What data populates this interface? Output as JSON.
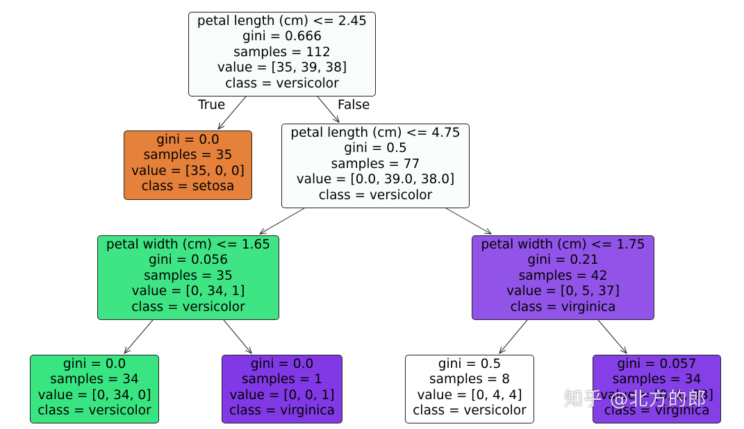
{
  "nodes": {
    "root": {
      "lines": [
        "petal length (cm) <= 2.45",
        "gini = 0.666",
        "samples = 112",
        "value = [35, 39, 38]",
        "class = versicolor"
      ],
      "color": "#f8fdfc"
    },
    "n1": {
      "lines": [
        "gini = 0.0",
        "samples = 35",
        "value = [35, 0, 0]",
        "class = setosa"
      ],
      "color": "#e5813a"
    },
    "n2": {
      "lines": [
        "petal length (cm) <= 4.75",
        "gini = 0.5",
        "samples = 77",
        "value = [0.0, 39.0, 38.0]",
        "class = versicolor"
      ],
      "color": "#f9fefc"
    },
    "n3": {
      "lines": [
        "petal width (cm) <= 1.65",
        "gini = 0.056",
        "samples = 35",
        "value = [0, 34, 1]",
        "class = versicolor"
      ],
      "color": "#3fe585"
    },
    "n4": {
      "lines": [
        "petal width (cm) <= 1.75",
        "gini = 0.21",
        "samples = 42",
        "value = [0, 5, 37]",
        "class = virginica"
      ],
      "color": "#9254e8"
    },
    "n5": {
      "lines": [
        "gini = 0.0",
        "samples = 34",
        "value = [0, 34, 0]",
        "class = versicolor"
      ],
      "color": "#39e581"
    },
    "n6": {
      "lines": [
        "gini = 0.0",
        "samples = 1",
        "value = [0, 0, 1]",
        "class = virginica"
      ],
      "color": "#8139e5"
    },
    "n7": {
      "lines": [
        "gini = 0.5",
        "samples = 8",
        "value = [0, 4, 4]",
        "class = versicolor"
      ],
      "color": "#ffffff"
    },
    "n8": {
      "lines": [
        "gini = 0.057",
        "samples = 34",
        "value = [0, 1, 33]",
        "class = virginica"
      ],
      "color": "#853fe6"
    }
  },
  "edge_labels": {
    "true": "True",
    "false": "False"
  },
  "watermark": "知乎 @北方的郎"
}
